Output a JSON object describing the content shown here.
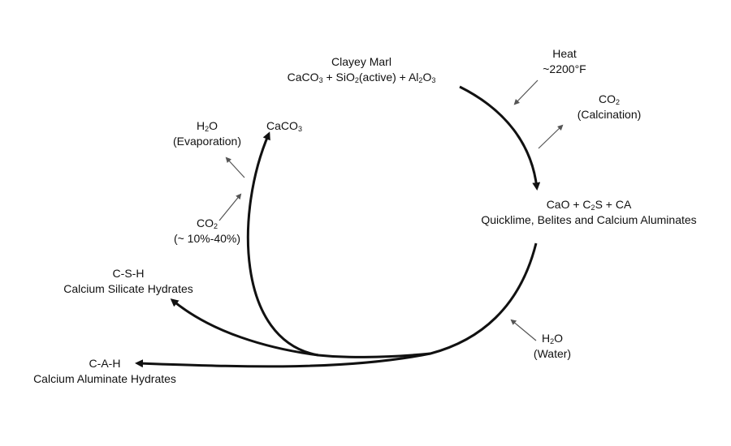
{
  "colors": {
    "ink": "#111111",
    "thin_arrow": "#555555",
    "background": "#ffffff"
  },
  "labels": {
    "clayey_marl": {
      "title": "Clayey Marl",
      "formula": [
        {
          "t": "CaCO"
        },
        {
          "t": "3",
          "sub": true
        },
        {
          "t": " + SiO"
        },
        {
          "t": "2",
          "sub": true
        },
        {
          "t": "(active) + Al"
        },
        {
          "t": "2",
          "sub": true
        },
        {
          "t": "O"
        },
        {
          "t": "3",
          "sub": true
        }
      ]
    },
    "heat": {
      "line1": "Heat",
      "line2": "~2200°F"
    },
    "co2_calcination": {
      "formula": [
        {
          "t": "CO"
        },
        {
          "t": "2",
          "sub": true
        }
      ],
      "note": "(Calcination)"
    },
    "caco3": {
      "formula": [
        {
          "t": "CaCO"
        },
        {
          "t": "3",
          "sub": true
        }
      ]
    },
    "h2o_evaporation": {
      "formula": [
        {
          "t": "H"
        },
        {
          "t": "2",
          "sub": true
        },
        {
          "t": "O"
        }
      ],
      "note": "(Evaporation)"
    },
    "co2_uptake": {
      "formula": [
        {
          "t": "CO"
        },
        {
          "t": "2",
          "sub": true
        }
      ],
      "note": "(~ 10%-40%)"
    },
    "products": {
      "formula": [
        {
          "t": "CaO + C"
        },
        {
          "t": "2",
          "sub": true
        },
        {
          "t": "S + CA"
        }
      ],
      "note": "Quicklime, Belites and Calcium Aluminates"
    },
    "csh": {
      "abbr": "C-S-H",
      "name": "Calcium Silicate Hydrates"
    },
    "cah": {
      "abbr": "C-A-H",
      "name": "Calcium Aluminate Hydrates"
    },
    "h2o_water": {
      "formula": [
        {
          "t": "H"
        },
        {
          "t": "2",
          "sub": true
        },
        {
          "t": "O"
        }
      ],
      "note": "(Water)"
    }
  }
}
